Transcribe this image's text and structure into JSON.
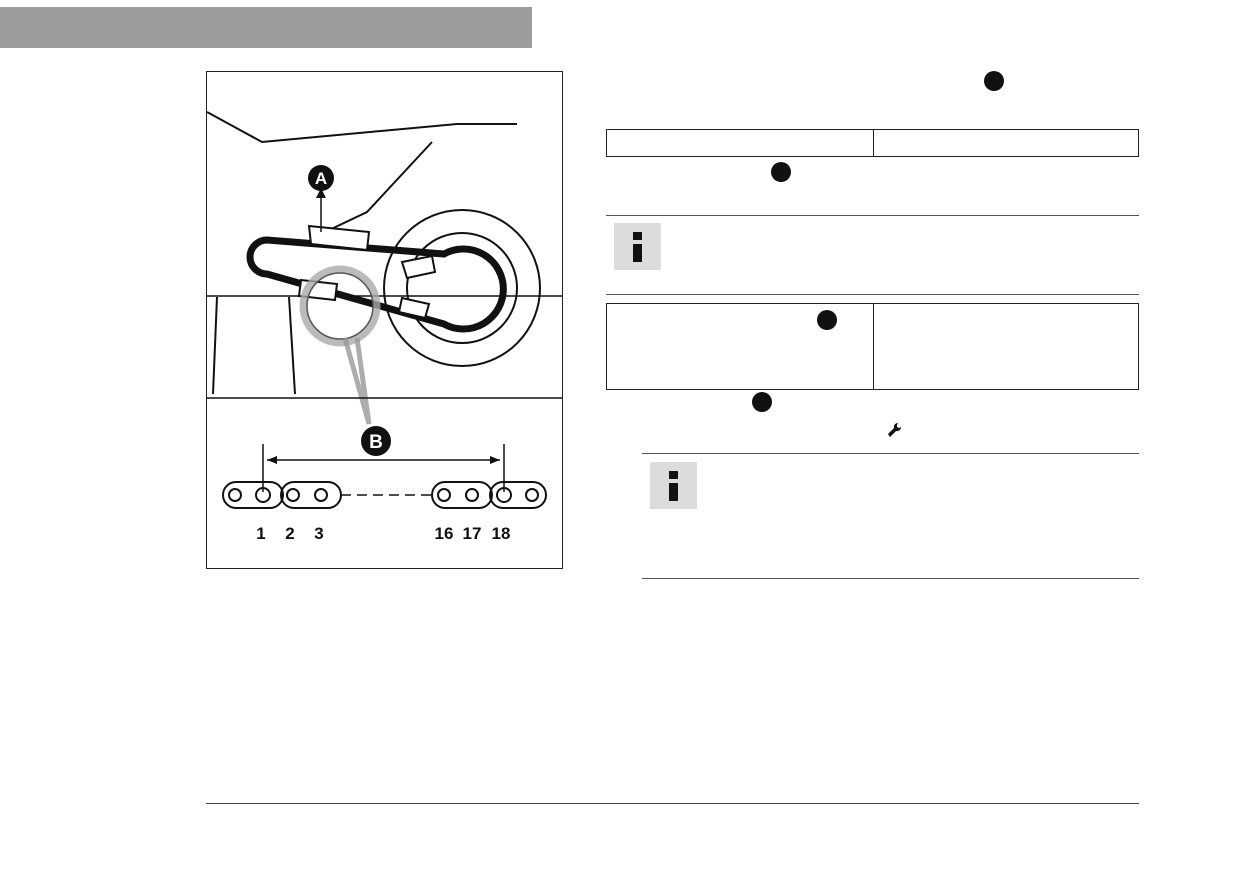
{
  "figure": {
    "callouts": {
      "a": "A",
      "b": "B"
    },
    "chain_pins": {
      "left": [
        "1",
        "2",
        "3"
      ],
      "right": [
        "16",
        "17",
        "18"
      ]
    }
  },
  "icons": {
    "info": "info-icon",
    "wrench": "wrench-icon",
    "step_marker": "step-dot-icon"
  },
  "colors": {
    "header_bar": "#9a9c9e",
    "info_box": "#dcdcdc"
  }
}
